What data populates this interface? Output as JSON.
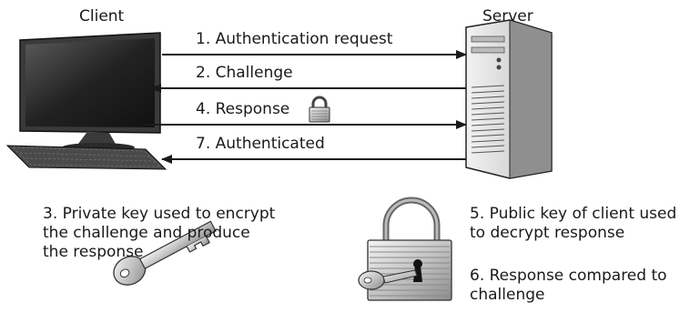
{
  "labels": {
    "client": "Client",
    "server": "Server"
  },
  "messages": [
    {
      "text": "1. Authentication request",
      "direction": "client-to-server"
    },
    {
      "text": "2. Challenge",
      "direction": "server-to-client"
    },
    {
      "text": "4. Response",
      "direction": "client-to-server",
      "icon": "padlock-icon"
    },
    {
      "text": "7. Authenticated",
      "direction": "server-to-client"
    }
  ],
  "notes": {
    "step3": "3. Private key used to encrypt\nthe challenge and produce\nthe response",
    "step5": "5. Public key of client used\nto decrypt response",
    "step6": "6. Response compared to\nchallenge"
  },
  "icons": [
    "monitor-icon",
    "keyboard-icon",
    "server-tower-icon",
    "padlock-icon",
    "key-icon",
    "padlock-with-key-icon"
  ],
  "colors": {
    "line": "#1a1a1a",
    "metal": "#cfcfcf",
    "screen": "#2a2a2a"
  }
}
